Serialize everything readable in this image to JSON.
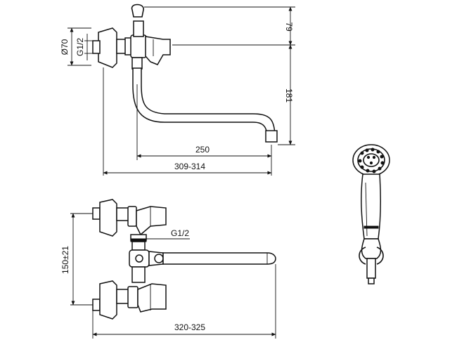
{
  "dimensions": {
    "shower_holder_height": "79",
    "spout_height": "181",
    "diameter": "Ø70",
    "thread_top": "G1/2",
    "spout_reach": "250",
    "overall_width_top": "309-314",
    "thread_bottom": "G1/2",
    "center_distance": "150±21",
    "overall_width_bottom": "320-325"
  },
  "colors": {
    "line": "#111111",
    "background": "#ffffff"
  }
}
